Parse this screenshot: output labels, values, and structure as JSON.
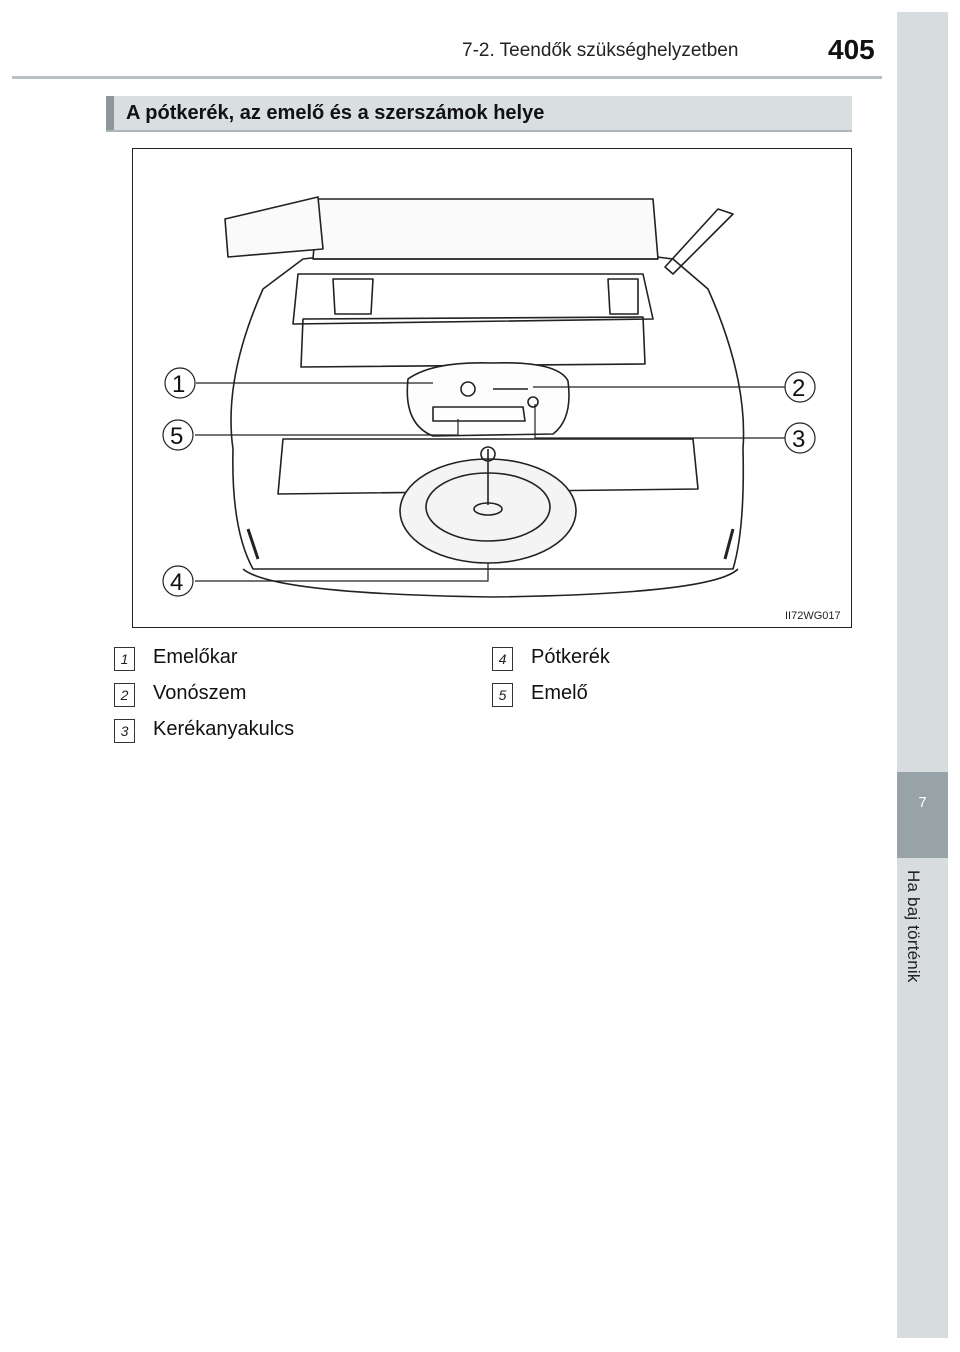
{
  "header": {
    "chapter_title": "7-2. Teendők szükséghelyzetben",
    "page_number": "405"
  },
  "side_tab": {
    "chapter_number": "7",
    "chapter_name": "Ha baj történik"
  },
  "section": {
    "title": "A pótkerék, az emelő és a szerszámok helye"
  },
  "figure": {
    "code": "II72WG017",
    "callouts": [
      "1",
      "2",
      "3",
      "4",
      "5"
    ]
  },
  "legend": {
    "left": [
      {
        "num": "1",
        "label": "Emelőkar"
      },
      {
        "num": "2",
        "label": "Vonószem"
      },
      {
        "num": "3",
        "label": "Kerékanyakulcs"
      }
    ],
    "right": [
      {
        "num": "4",
        "label": "Pótkerék"
      },
      {
        "num": "5",
        "label": "Emelő"
      }
    ]
  },
  "colors": {
    "band": "#d9dee0",
    "tab": "#d7dcdf",
    "tab_accent": "#98a3a7"
  }
}
